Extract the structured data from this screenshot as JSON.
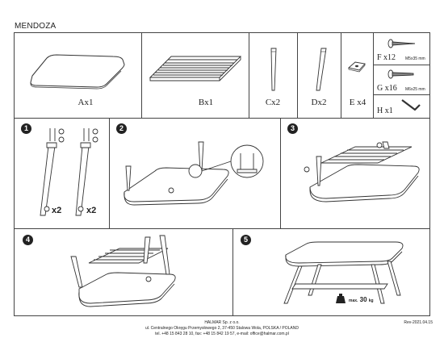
{
  "document": {
    "title": "MENDOZA",
    "revision": "Rev-2021.04.15"
  },
  "parts": [
    {
      "label": "Ax1"
    },
    {
      "label": "Bx1"
    },
    {
      "label": "Cx2"
    },
    {
      "label": "Dx2"
    },
    {
      "label": "E x4"
    }
  ],
  "hardware": [
    {
      "label": "F x12",
      "size": "M5x35 mm"
    },
    {
      "label": "G x16",
      "size": "M6x25 mm"
    },
    {
      "label": "H x1",
      "size": ""
    }
  ],
  "steps": [
    {
      "number": "1",
      "qty_left": "x2",
      "qty_right": "x2"
    },
    {
      "number": "2"
    },
    {
      "number": "3"
    },
    {
      "number": "4"
    },
    {
      "number": "5",
      "max_load_prefix": "max.",
      "max_load_value": "30",
      "max_load_unit": "kg"
    }
  ],
  "footer": {
    "company": "HALMAR Sp. z o.o.",
    "address": "ul. Centralnego Okręgu Przemysłowego 2, 37-450 Stalowa Wola, POLSKA / POLAND",
    "contact": "tel. +48 15 843 28 10, fax: +48 15 842 19 57, e-mail: office@halmar.com.pl"
  }
}
